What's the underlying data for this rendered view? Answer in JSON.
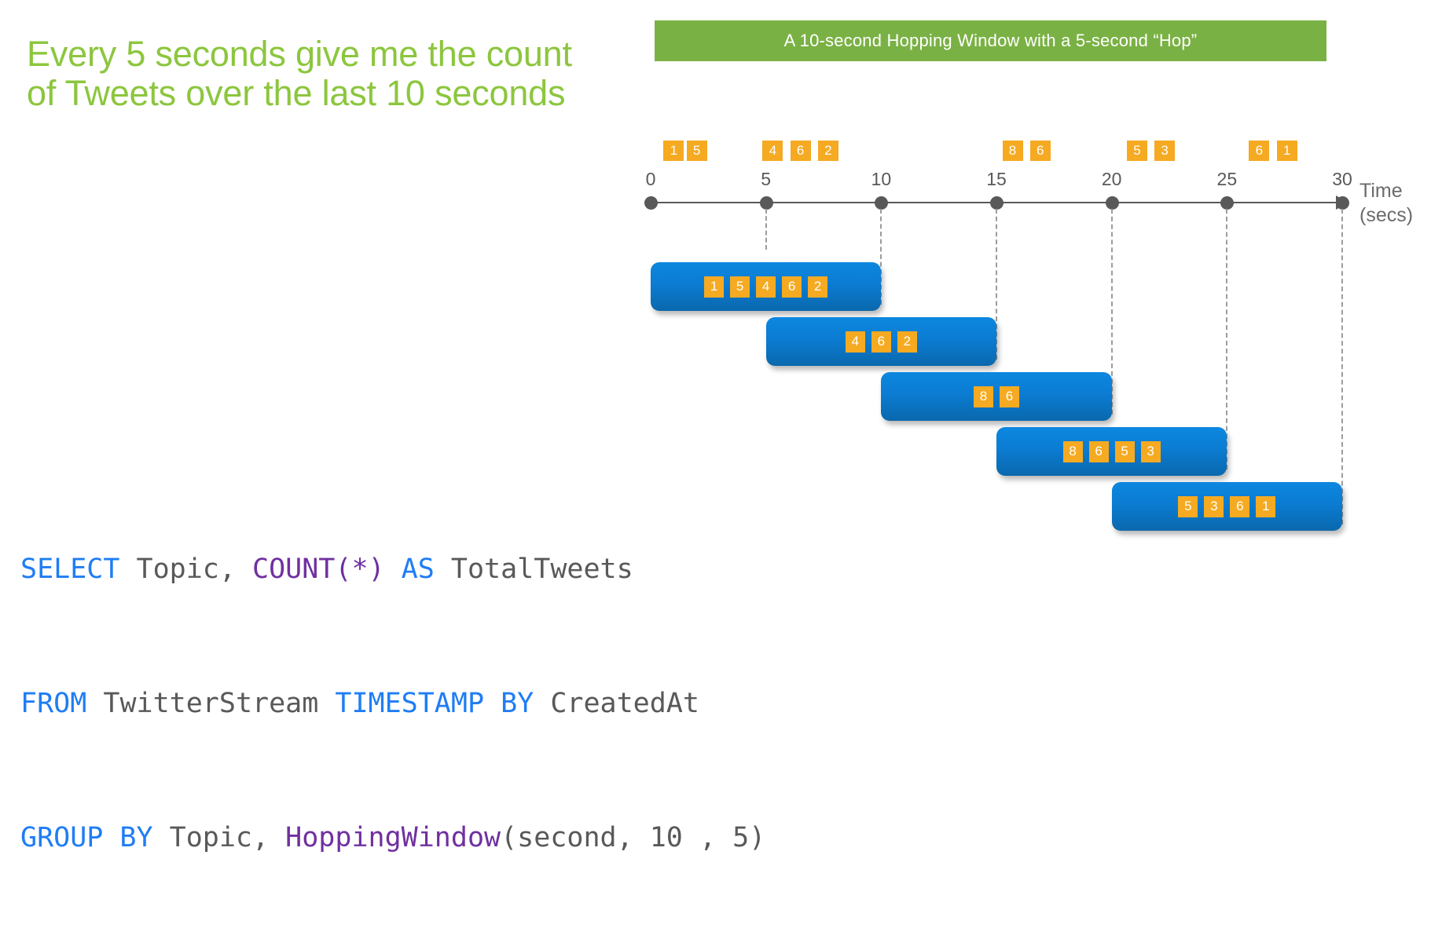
{
  "headline": "Every 5 seconds give me the count of Tweets over the last 10 seconds",
  "banner": {
    "title": "A 10-second Hopping Window with a 5-second “Hop”",
    "color": "#7ab144"
  },
  "axis": {
    "title_line1": "Time",
    "title_line2": "(secs)",
    "ticks": [
      "0",
      "5",
      "10",
      "15",
      "20",
      "25",
      "30"
    ],
    "unit": "secs",
    "color": "#595959"
  },
  "colors": {
    "headline_green": "#8cc63e",
    "banner_green": "#7ab144",
    "tweet_orange": "#f5aa22",
    "window_blue": "#0b7cd2",
    "code_keyword": "#1f7df5",
    "code_function": "#7030a0",
    "code_identifier": "#595959"
  },
  "stream_events": [
    {
      "value": "1",
      "t": 1
    },
    {
      "value": "5",
      "t": 2
    },
    {
      "value": "4",
      "t": 5.3
    },
    {
      "value": "6",
      "t": 6.5
    },
    {
      "value": "2",
      "t": 7.7
    },
    {
      "value": "8",
      "t": 15.7
    },
    {
      "value": "6",
      "t": 16.9
    },
    {
      "value": "5",
      "t": 21.1
    },
    {
      "value": "3",
      "t": 22.3
    },
    {
      "value": "6",
      "t": 26.4
    },
    {
      "value": "1",
      "t": 27.6
    }
  ],
  "windows": [
    {
      "label": "window-0-10",
      "start": 0,
      "end": 10,
      "tweets": [
        "1",
        "5",
        "4",
        "6",
        "2"
      ]
    },
    {
      "label": "window-5-15",
      "start": 5,
      "end": 15,
      "tweets": [
        "4",
        "6",
        "2"
      ]
    },
    {
      "label": "window-10-20",
      "start": 10,
      "end": 20,
      "tweets": [
        "8",
        "6"
      ]
    },
    {
      "label": "window-15-25",
      "start": 15,
      "end": 25,
      "tweets": [
        "8",
        "6",
        "5",
        "3"
      ]
    },
    {
      "label": "window-20-30",
      "start": 20,
      "end": 30,
      "tweets": [
        "5",
        "3",
        "6",
        "1"
      ]
    }
  ],
  "query": {
    "line1": [
      {
        "text": "SELECT",
        "type": "keyword"
      },
      {
        "text": " Topic, ",
        "type": "identifier"
      },
      {
        "text": "COUNT(*)",
        "type": "function"
      },
      {
        "text": " ",
        "type": "identifier"
      },
      {
        "text": "AS",
        "type": "keyword"
      },
      {
        "text": " TotalTweets",
        "type": "identifier"
      }
    ],
    "line2": [
      {
        "text": "FROM",
        "type": "keyword"
      },
      {
        "text": " TwitterStream ",
        "type": "identifier"
      },
      {
        "text": "TIMESTAMP BY",
        "type": "keyword"
      },
      {
        "text": " CreatedAt",
        "type": "identifier"
      }
    ],
    "line3": [
      {
        "text": "GROUP BY",
        "type": "keyword"
      },
      {
        "text": " Topic, ",
        "type": "identifier"
      },
      {
        "text": "HoppingWindow",
        "type": "function"
      },
      {
        "text": "(second, 10 , 5)",
        "type": "identifier"
      }
    ]
  },
  "chart_data": {
    "type": "timeline",
    "title": "A 10-second Hopping Window with a 5-second “Hop”",
    "xlabel": "Time (secs)",
    "xlim": [
      0,
      30
    ],
    "xticks": [
      0,
      5,
      10,
      15,
      20,
      25,
      30
    ],
    "window_size_seconds": 10,
    "hop_seconds": 5,
    "events": [
      {
        "value": 1,
        "t": 1
      },
      {
        "value": 5,
        "t": 2
      },
      {
        "value": 4,
        "t": 5.3
      },
      {
        "value": 6,
        "t": 6.5
      },
      {
        "value": 2,
        "t": 7.7
      },
      {
        "value": 8,
        "t": 15.7
      },
      {
        "value": 6,
        "t": 16.9
      },
      {
        "value": 5,
        "t": 21.1
      },
      {
        "value": 3,
        "t": 22.3
      },
      {
        "value": 6,
        "t": 26.4
      },
      {
        "value": 1,
        "t": 27.6
      }
    ],
    "windows": [
      {
        "start": 0,
        "end": 10,
        "values": [
          1,
          5,
          4,
          6,
          2
        ],
        "count": 5
      },
      {
        "start": 5,
        "end": 15,
        "values": [
          4,
          6,
          2
        ],
        "count": 3
      },
      {
        "start": 10,
        "end": 20,
        "values": [
          8,
          6
        ],
        "count": 2
      },
      {
        "start": 15,
        "end": 25,
        "values": [
          8,
          6,
          5,
          3
        ],
        "count": 4
      },
      {
        "start": 20,
        "end": 30,
        "values": [
          5,
          3,
          6,
          1
        ],
        "count": 4
      }
    ],
    "legend": []
  }
}
